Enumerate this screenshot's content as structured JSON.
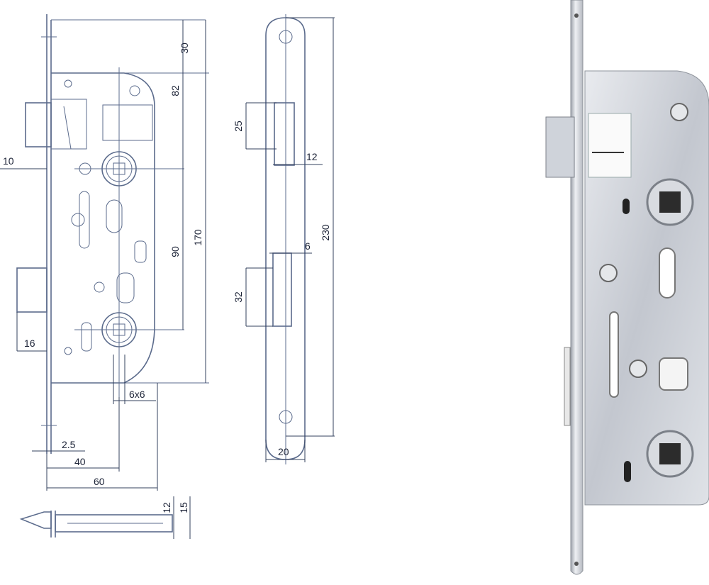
{
  "drawing": {
    "front_view": {
      "dimensions": {
        "d30": "30",
        "d82": "82",
        "d170": "170",
        "d90": "90",
        "d10": "10",
        "d16": "16",
        "d6x6": "6x6",
        "d2_5": "2.5",
        "d40": "40",
        "d60": "60"
      }
    },
    "side_view": {
      "dimensions": {
        "d25": "25",
        "d12": "12",
        "d6": "6",
        "d230": "230",
        "d32": "32",
        "d20": "20"
      }
    },
    "latch_view": {
      "dimensions": {
        "d12": "12",
        "d15": "15"
      }
    }
  },
  "colors": {
    "line": "#5b6b8c",
    "dimension": "#33405e",
    "metal": "#c9ccd2"
  }
}
